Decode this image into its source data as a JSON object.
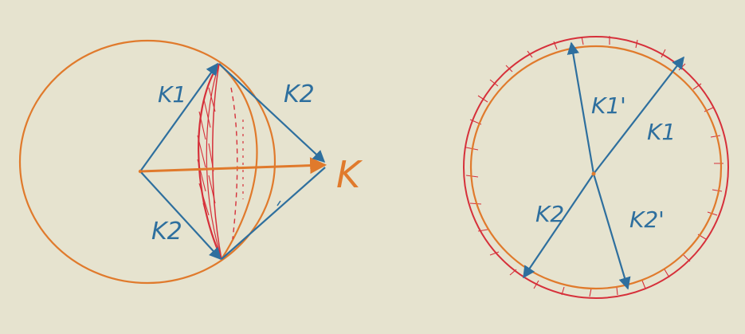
{
  "colors": {
    "background": "#e6e3cf",
    "orange": "#e07a2c",
    "blue": "#2e6f9e",
    "red": "#d6303a"
  },
  "left_diagram": {
    "labels": {
      "k1": "K1",
      "k2_right": "K2",
      "k2_bottom": "K2",
      "K": "K"
    }
  },
  "right_diagram": {
    "labels": {
      "k1_prime": "K1'",
      "k1": "K1",
      "k2": "K2",
      "k2_prime": "K2'"
    }
  }
}
